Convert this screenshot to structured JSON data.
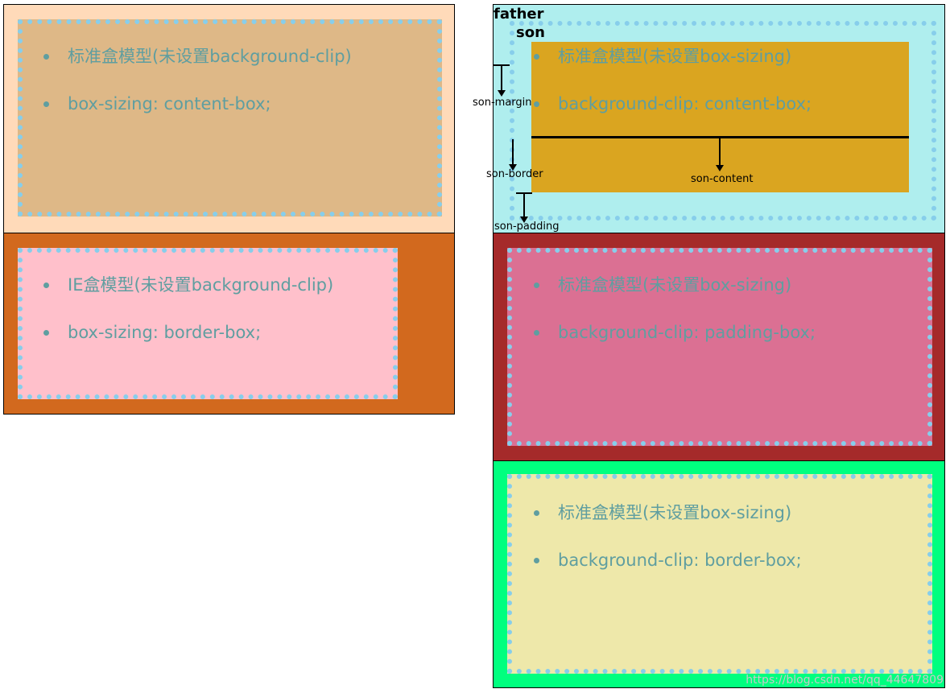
{
  "colors": {
    "son_dots": "#87ceeb",
    "text": "#5f9ea0",
    "box1_father": "#ffdab9",
    "box1_son": "#deb887",
    "box2_father": "#d2691e",
    "box2_son": "#ffc0cb",
    "box3_father": "#afeeee",
    "box3_son": "#daa520",
    "box4_father": "#a52a2a",
    "box4_son": "#db7093",
    "box5_father": "#00ff7f",
    "box5_son": "#eee8aa"
  },
  "boxes": {
    "standard": {
      "line1": "标准盒模型(未设置background-clip)",
      "line2": "box-sizing: content-box;"
    },
    "ie": {
      "line1": "IE盒模型(未设置background-clip)",
      "line2": "box-sizing: border-box;"
    },
    "content_box": {
      "line1": "标准盒模型(未设置box-sizing)",
      "line2": "background-clip: content-box;"
    },
    "padding_box": {
      "line1": "标准盒模型(未设置box-sizing)",
      "line2": "background-clip: padding-box;"
    },
    "border_box": {
      "line1": "标准盒模型(未设置box-sizing)",
      "line2": "background-clip: border-box;"
    }
  },
  "annotations": {
    "father": "father",
    "son": "son",
    "son_margin": "son-margin",
    "son_border": "son-border",
    "son_padding": "son-padding",
    "son_content": "son-content"
  },
  "watermark": "https://blog.csdn.net/qq_44647809"
}
